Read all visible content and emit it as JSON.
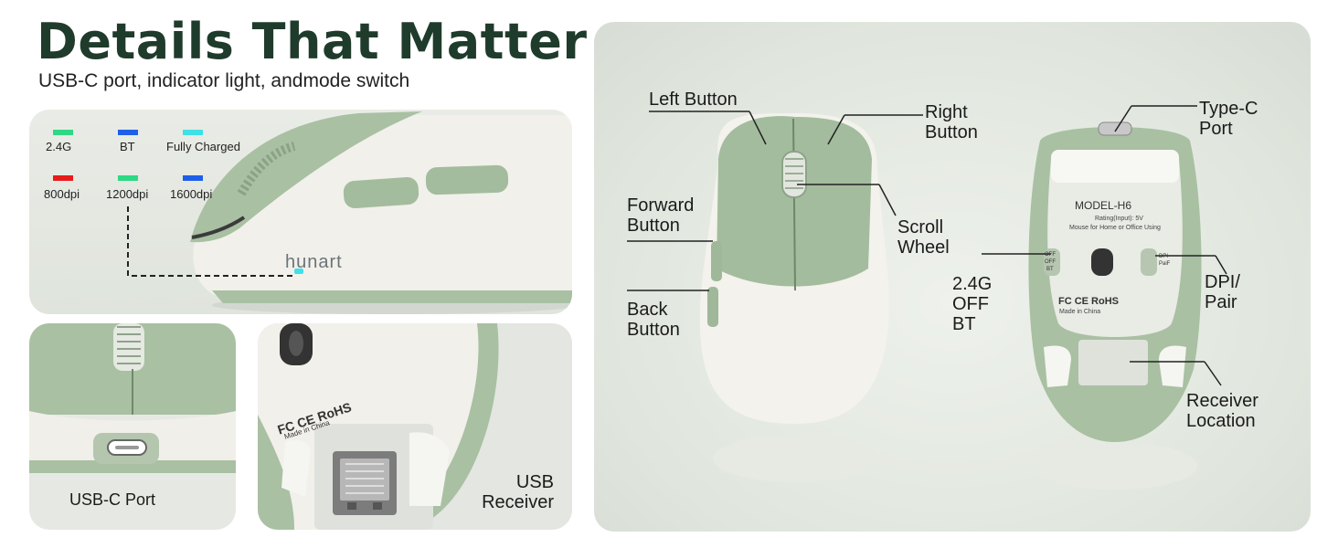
{
  "header": {
    "title": "Details That Matter",
    "subtitle": "USB-C port, indicator light, andmode switch"
  },
  "indicator_legend": [
    {
      "label": "2.4G",
      "color": "#2fd884"
    },
    {
      "label": "BT",
      "color": "#1f5ee8"
    },
    {
      "label": "Fully Charged",
      "color": "#3fe0e6"
    },
    {
      "label": "800dpi",
      "color": "#e81b1b"
    },
    {
      "label": "1200dpi",
      "color": "#2fd884"
    },
    {
      "label": "1600dpi",
      "color": "#1f5ee8"
    }
  ],
  "brand": "hunart",
  "bottom_panels": {
    "usb_c_port": "USB-C Port",
    "usb_receiver": "USB\nReceiver"
  },
  "bottom_sticker": {
    "certifications": "FC CE RoHS",
    "made_in": "Made in China"
  },
  "callouts": {
    "left_button": "Left Button",
    "right_button": "Right\nButton",
    "forward_button": "Forward\nButton",
    "scroll_wheel": "Scroll\nWheel",
    "back_button": "Back\nButton",
    "type_c_port": "Type-C\nPort",
    "mode_switch": "2.4G\nOFF\nBT",
    "dpi_pair": "DPI/\nPair",
    "receiver_location": "Receiver\nLocation"
  },
  "model_label": {
    "model": "MODEL-H6",
    "rating": "Rating(Input): 5V",
    "usage": "Mouse for Home or Office Using",
    "switch_labels": [
      "OFF",
      "OFF",
      "BT"
    ],
    "dpi_switch_labels": [
      "DPI",
      "PaiF"
    ],
    "certifications": "FC CE RoHS",
    "made_in": "Made in China"
  },
  "colors": {
    "mouse_green": "#9fb89a",
    "mouse_white": "#efeee6",
    "title_green": "#1f3b2c"
  }
}
